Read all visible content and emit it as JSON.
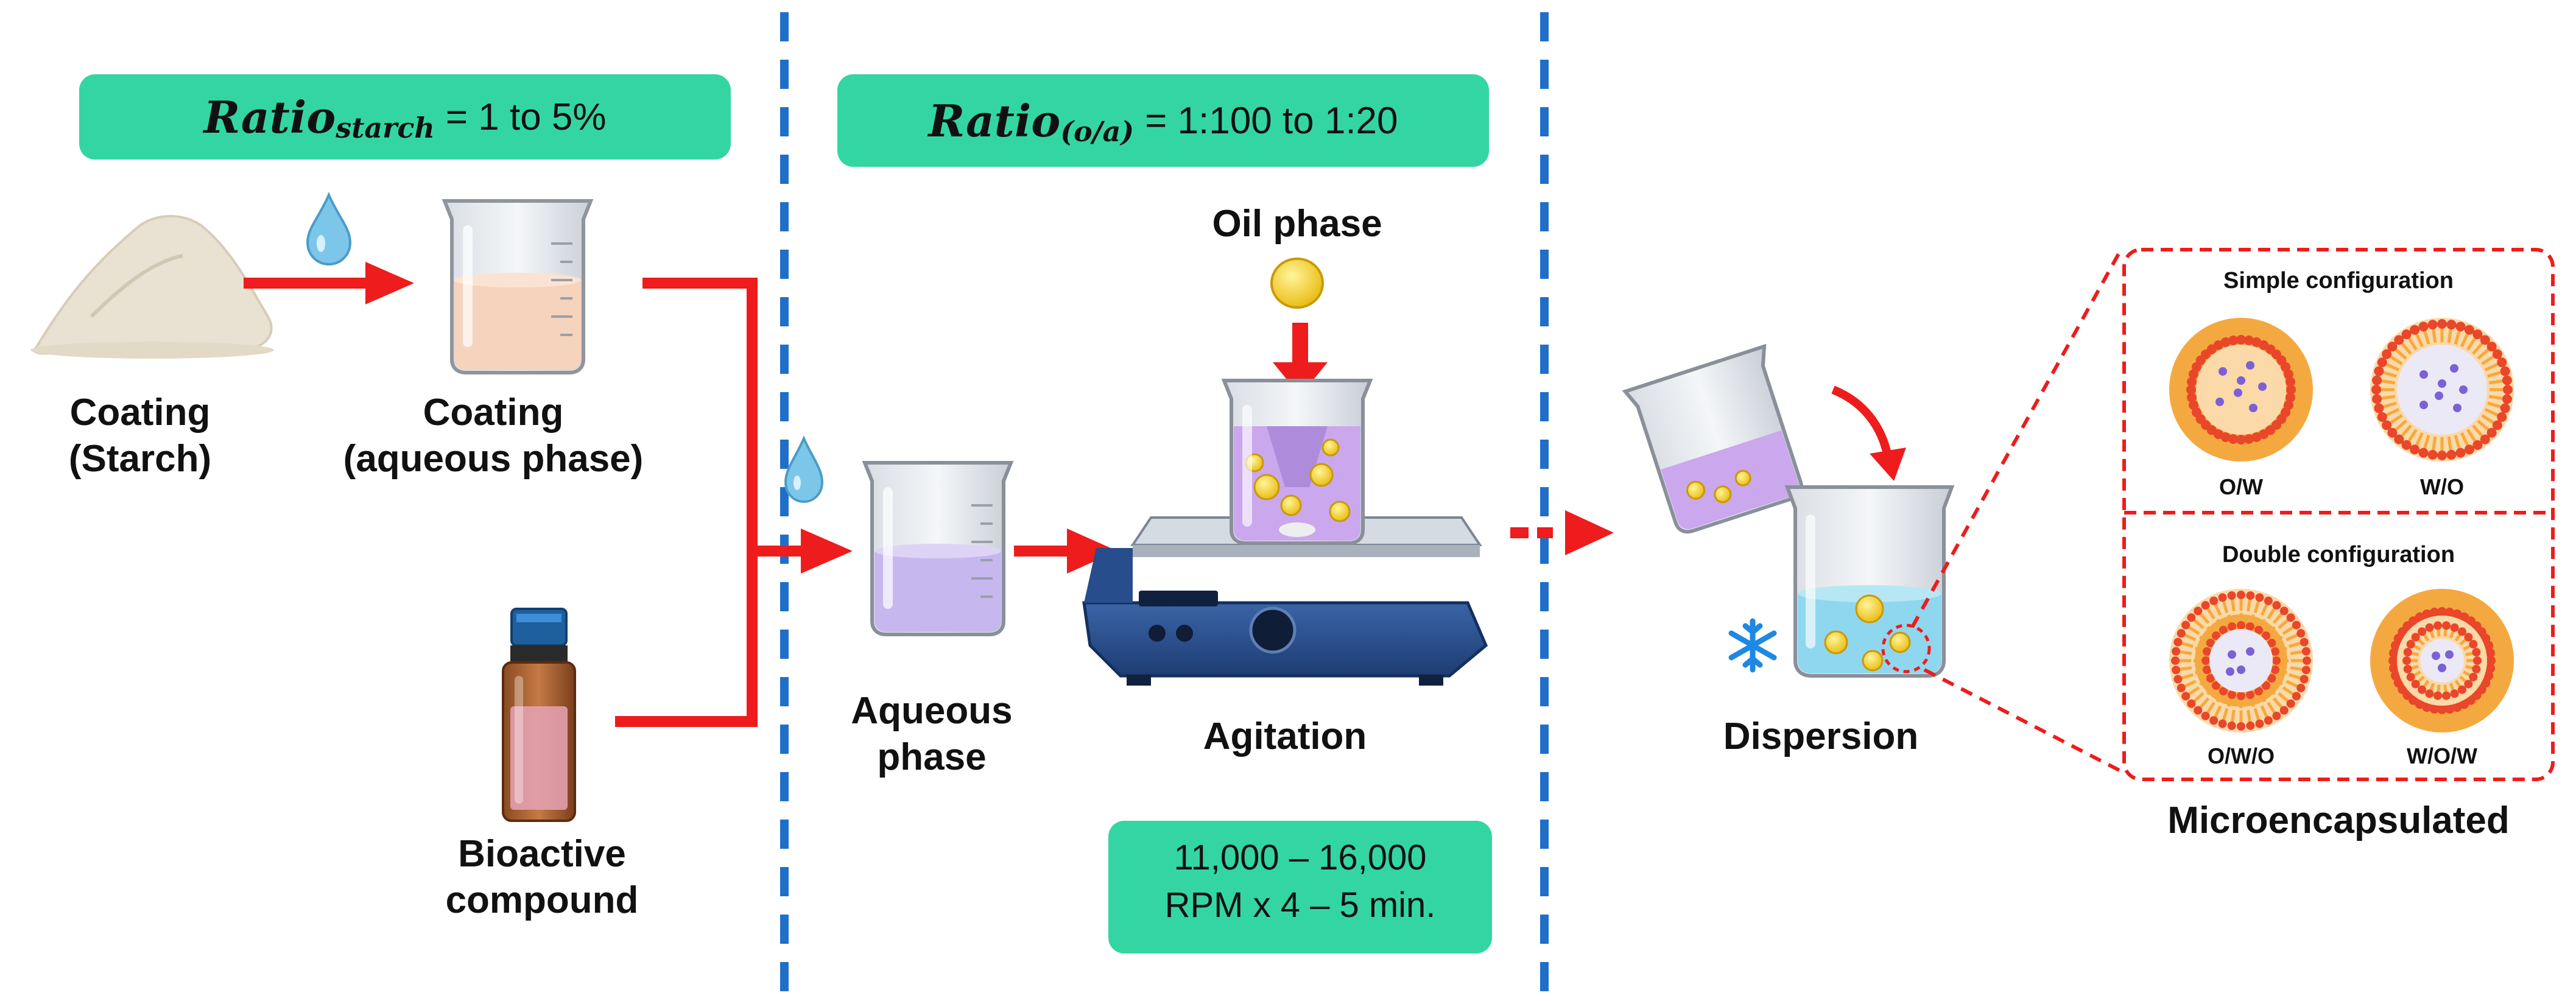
{
  "ratio_boxes": {
    "starch": {
      "base": "Ratio",
      "sub": "starch",
      "rest": "= 1 to 5%"
    },
    "oa": {
      "base": "Ratio",
      "sub": "(o/a)",
      "rest": "= 1:100 to 1:20"
    }
  },
  "rpm_box": {
    "line1": "11,000 – 16,000",
    "line2": "RPM x 4 – 5 min."
  },
  "labels": {
    "coating_starch_1": "Coating",
    "coating_starch_2": "(Starch)",
    "coating_aqueous_1": "Coating",
    "coating_aqueous_2": "(aqueous phase)",
    "bioactive_1": "Bioactive",
    "bioactive_2": "compound",
    "aqueous_1": "Aqueous",
    "aqueous_2": "phase",
    "oil_phase": "Oil phase",
    "agitation": "Agitation",
    "dispersion": "Dispersion",
    "microencapsulated": "Microencapsulated"
  },
  "configurations": {
    "simple_title": "Simple configuration",
    "double_title": "Double configuration",
    "ow": "O/W",
    "wo": "W/O",
    "owo": "O/W/O",
    "wow": "W/O/W"
  },
  "colors": {
    "arrow": "#ee1c1c",
    "divider": "#1f6fc9",
    "box": "#33d6a2",
    "micelle_orange": "#f4a940",
    "micelle_core": "#fbd9a8",
    "micelle_red": "#e9462a",
    "dot": "#7b61d6"
  }
}
